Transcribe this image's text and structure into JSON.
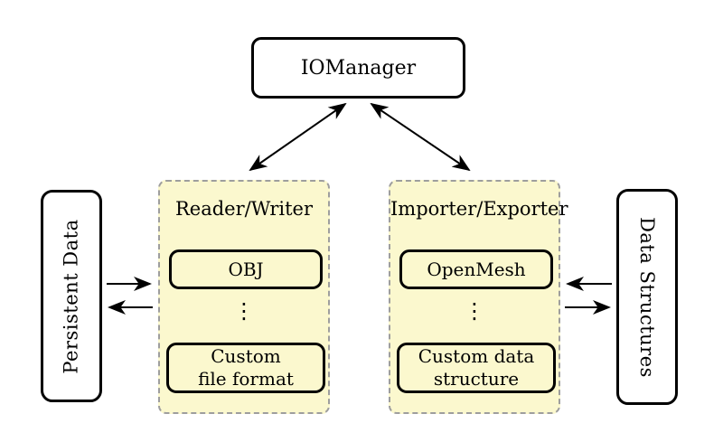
{
  "diagram": {
    "io_manager": {
      "label": "IOManager"
    },
    "reader_writer": {
      "title": "Reader/Writer",
      "item_top": "OBJ",
      "ellipsis": "⋮",
      "item_bottom_line1": "Custom",
      "item_bottom_line2": "file format"
    },
    "importer_exporter": {
      "title": "Importer/Exporter",
      "item_top": "OpenMesh",
      "ellipsis": "⋮",
      "item_bottom_line1": "Custom data",
      "item_bottom_line2": "structure"
    },
    "persistent_data": {
      "label": "Persistent Data"
    },
    "data_structures": {
      "label": "Data Structures"
    },
    "colors": {
      "panel_fill": "#FBF8CE",
      "panel_dashed_border": "#9E9E9E",
      "line_color": "#000000",
      "background": "#FFFFFF"
    }
  }
}
